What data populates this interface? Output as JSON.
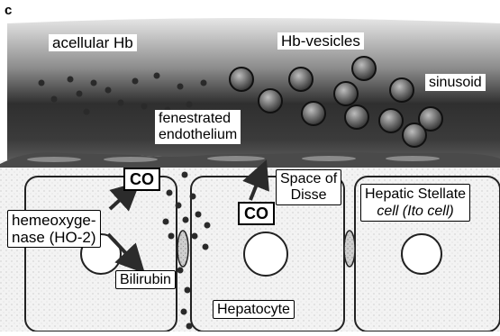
{
  "panel_letter": "c",
  "labels": {
    "acellular_hb": "acellular Hb",
    "hb_vesicles": "Hb-vesicles",
    "sinusoid": "sinusoid",
    "fenestrated_line1": "fenestrated",
    "fenestrated_line2": "endothelium",
    "co_left": "CO",
    "co_right": "CO",
    "space_line1": "Space of",
    "space_line2": "Disse",
    "heme_line1": "hemeoxyge-",
    "heme_line2": "nase (HO-2)",
    "bilirubin": "Bilirubin",
    "hepatocyte": "Hepatocyte",
    "stellate_line1": "Hepatic Stellate",
    "stellate_line2_a": "cell",
    "stellate_line2_b": " (Ito cell)"
  },
  "colors": {
    "sinusoid_dark": "#3a3a3a",
    "sinusoid_light": "#d8d8d8",
    "cell_fill": "#f4f4f4",
    "vesicle": "#222222"
  }
}
